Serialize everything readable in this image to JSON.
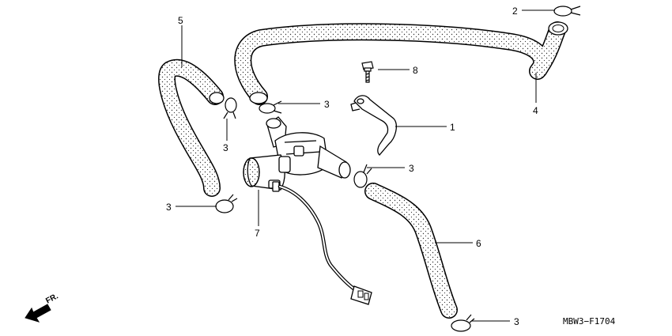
{
  "diagram": {
    "drawing_code": "MBW3−F1704",
    "direction_label": "FR.",
    "callouts": [
      {
        "id": "c2a",
        "label": "2"
      },
      {
        "id": "c8",
        "label": "8"
      },
      {
        "id": "c5",
        "label": "5"
      },
      {
        "id": "c4",
        "label": "4"
      },
      {
        "id": "c3a",
        "label": "3"
      },
      {
        "id": "c1",
        "label": "1"
      },
      {
        "id": "c3b",
        "label": "3"
      },
      {
        "id": "c3c",
        "label": "3"
      },
      {
        "id": "c3d",
        "label": "3"
      },
      {
        "id": "c7",
        "label": "7"
      },
      {
        "id": "c6",
        "label": "6"
      },
      {
        "id": "c3e",
        "label": "3"
      }
    ]
  }
}
